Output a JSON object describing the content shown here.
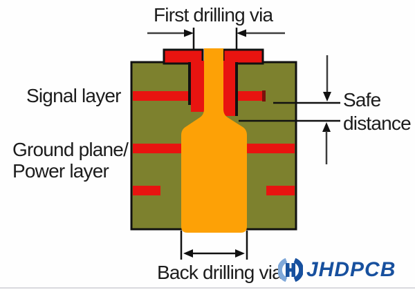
{
  "diagram": {
    "labels": {
      "first_drilling_via": "First drilling via",
      "signal_layer": "Signal layer",
      "ground_plane_line1": "Ground plane/",
      "ground_plane_line2": "Power layer",
      "safe_distance_line1": "Safe",
      "safe_distance_line2": "distance",
      "back_drilling_via": "Back drilling via"
    },
    "colors": {
      "board_substrate_green": "#7d812e",
      "copper_trace_red": "#e81410",
      "via_barrel_orange": "#fda106",
      "outline_black": "#111111",
      "annotation_line_gray": "#3c3c3c",
      "label_text_black": "#1c1c1c"
    }
  },
  "logo": {
    "brand_text": "JHDPCB",
    "brand_dark_blue": "#17509e",
    "brand_light_blue": "#7fa8d9"
  }
}
